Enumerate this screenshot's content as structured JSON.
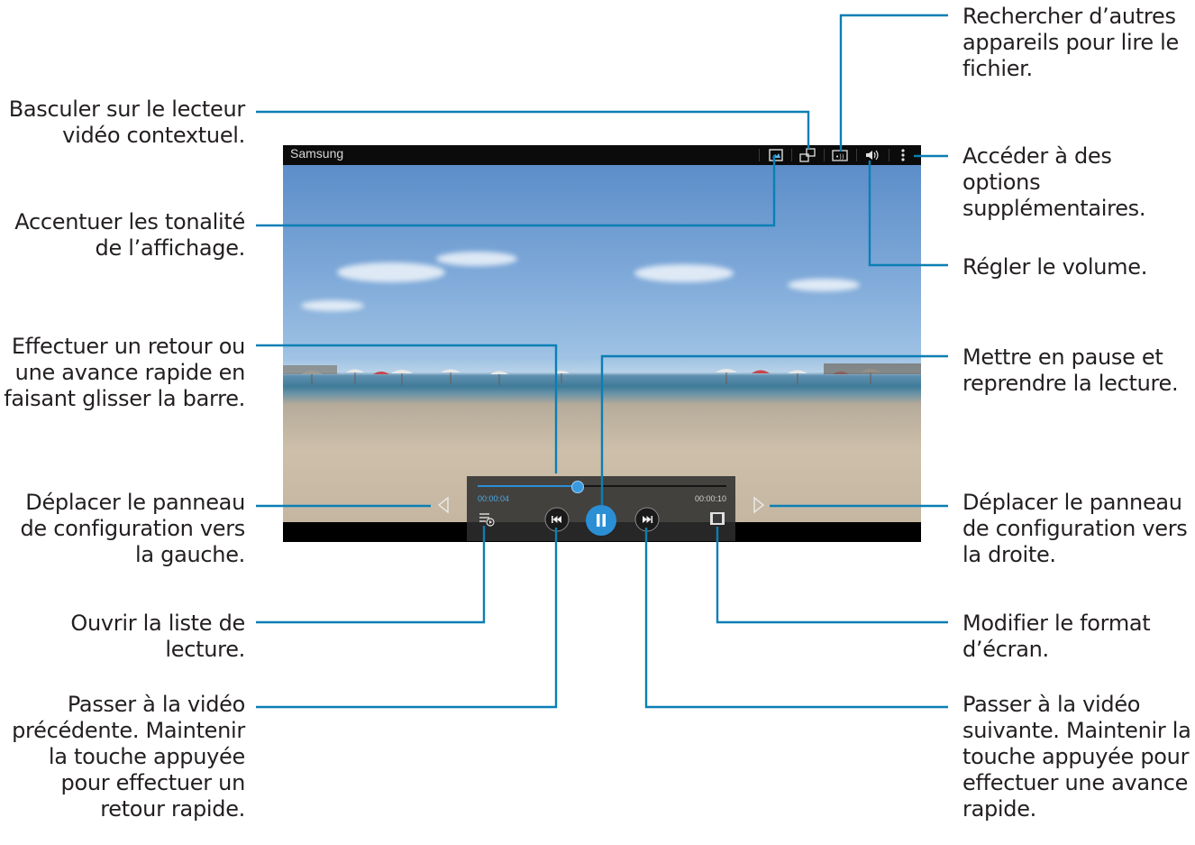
{
  "player": {
    "title": "Samsung",
    "current_time": "00:00:04",
    "total_time": "00:00:10",
    "progress": 0.4,
    "colors": {
      "accent": "#2b8fd6",
      "callout": "#0a7fb5"
    },
    "toolbar_icons": [
      "display-tone-icon",
      "popup-player-icon",
      "nearby-devices-icon",
      "volume-icon",
      "more-options-icon"
    ],
    "control_icons": [
      "playlist-icon",
      "previous-icon",
      "pause-icon",
      "next-icon",
      "screen-format-icon"
    ]
  },
  "annotations": {
    "popup_player": "Basculer sur le lecteur\nvidéo contextuel.",
    "display_tone": "Accentuer les tonalité\nde l’affichage.",
    "seek_bar": "Effectuer un retour ou\nune avance rapide en\nfaisant glisser la barre.",
    "panel_left": "Déplacer le panneau\nde configuration vers\nla gauche.",
    "playlist": "Ouvrir la liste de\nlecture.",
    "previous": "Passer à la vidéo\nprécédente. Maintenir\nla touche appuyée\npour effectuer un\nretour rapide.",
    "nearby_devices": "Rechercher d’autres\nappareils pour lire le\nfichier.",
    "more_options": "Accéder à des options\nsupplémentaires.",
    "volume": "Régler le volume.",
    "pause_resume": "Mettre en pause et\nreprendre la lecture.",
    "panel_right": "Déplacer le panneau\nde configuration vers\nla droite.",
    "screen_format": "Modifier le format\nd’écran.",
    "next": "Passer à la vidéo\nsuivante. Maintenir la\ntouche appuyée pour\neffectuer une avance\nrapide."
  }
}
